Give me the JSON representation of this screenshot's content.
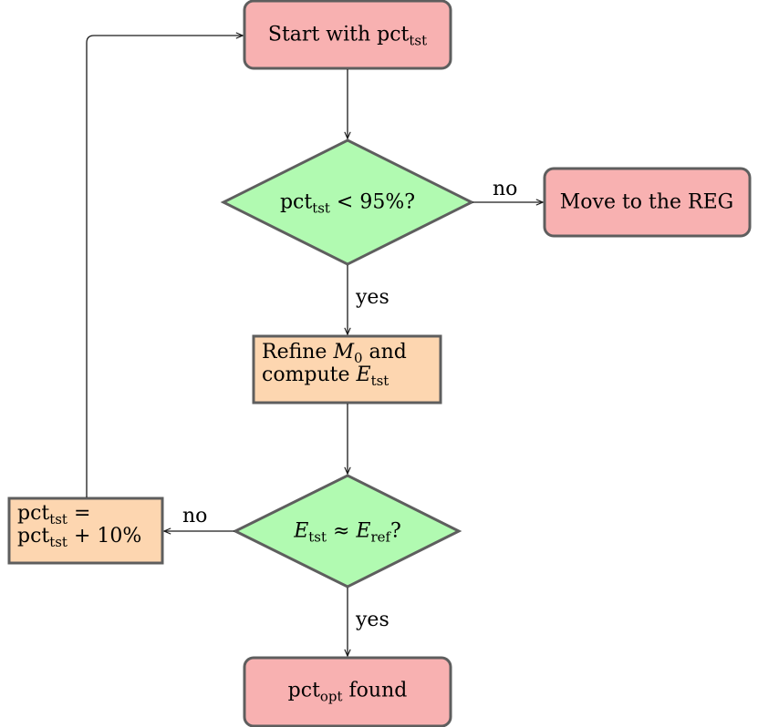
{
  "colors": {
    "terminal_fill": "#f8b1b1",
    "decision_fill": "#b1fab1",
    "process_fill": "#fdd6b0",
    "node_stroke": "#5e5e5e",
    "edge": "#1a1a1a"
  },
  "nodes": {
    "start": {
      "text": "Start with pct",
      "sub": "tst"
    },
    "check_pct": {
      "pre": "pct",
      "sub": "tst",
      "post": " < 95%?"
    },
    "move_reg": {
      "text": "Move to the REG"
    },
    "refine": {
      "line1_pre": "Refine ",
      "line1_var": "M",
      "line1_sub": "0",
      "line1_post": " and",
      "line2_pre": "compute ",
      "line2_var": "E",
      "line2_sub": "tst"
    },
    "check_e": {
      "var1": "E",
      "sub1": "tst",
      "op": " ≈ ",
      "var2": "E",
      "sub2": "ref",
      "post": "?"
    },
    "increment": {
      "line1_pre": "pct",
      "line1_sub": "tst",
      "line1_post": " =",
      "line2_pre": "pct",
      "line2_sub": "tst",
      "line2_post": " + 10%"
    },
    "found": {
      "pre": "pct",
      "sub": "opt",
      "post": " found"
    }
  },
  "edge_labels": {
    "pct_no": "no",
    "pct_yes": "yes",
    "e_no": "no",
    "e_yes": "yes"
  }
}
